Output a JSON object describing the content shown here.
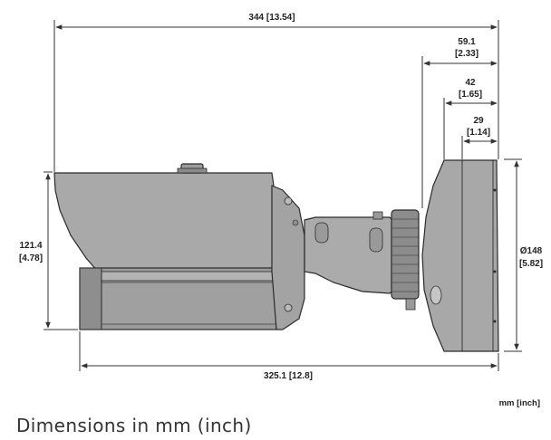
{
  "dimensions": {
    "overall_length": "344 [13.54]",
    "mount_depth": {
      "mm": "59.1",
      "inch": "[2.33]"
    },
    "base_depth": {
      "mm": "42",
      "inch": "[1.65]"
    },
    "plate_depth": {
      "mm": "29",
      "inch": "[1.14]"
    },
    "height": {
      "mm": "121.4",
      "inch": "[4.78]"
    },
    "diameter": {
      "mm": "Ø148",
      "inch": "[5.82]"
    },
    "body_length": "325.1 [12.8]"
  },
  "units_label": "mm [inch]",
  "caption": "Dimensions in mm (inch)",
  "colors": {
    "housing": "#a6a6a6",
    "housing_dark": "#8f8f8f",
    "housing_light": "#bdbdbd",
    "line": "#333333"
  }
}
